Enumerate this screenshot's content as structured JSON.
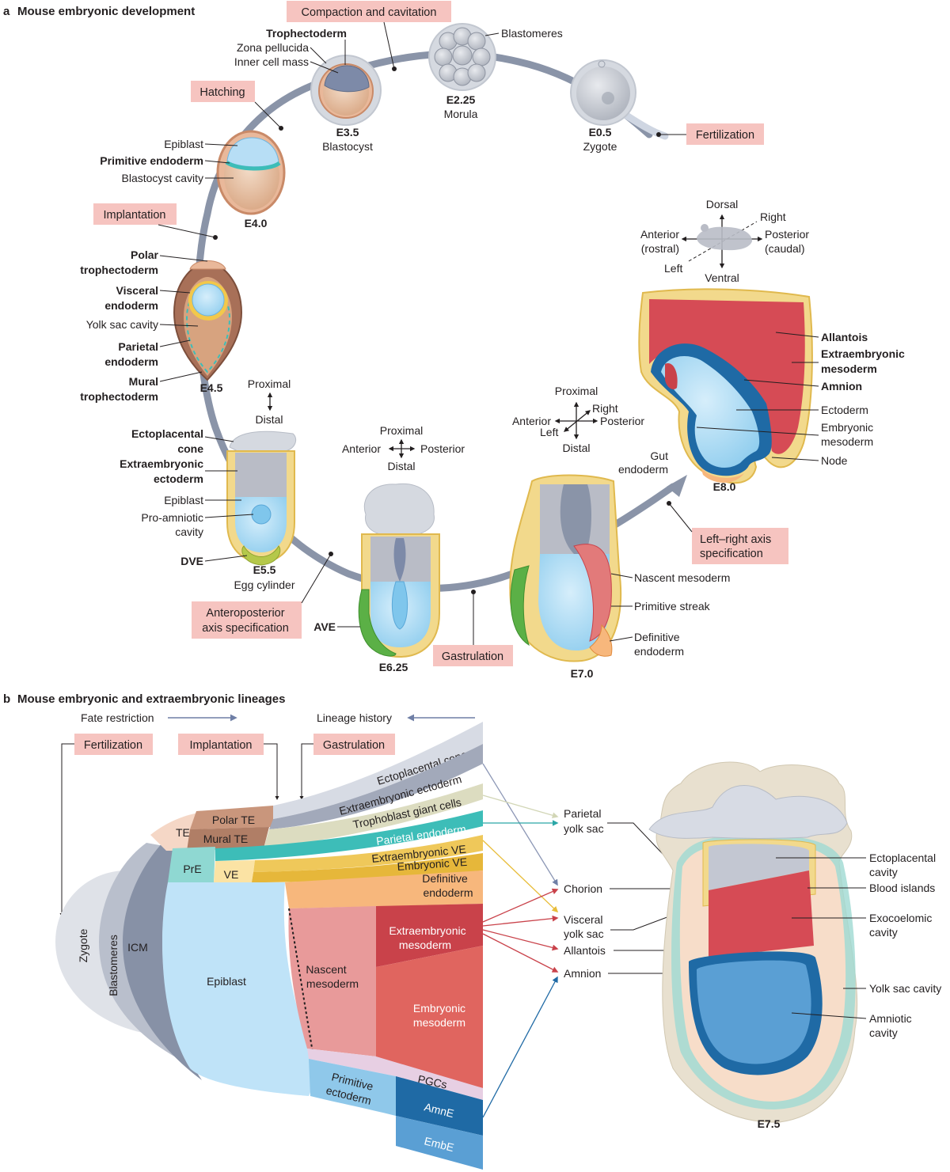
{
  "panel_a": {
    "letter": "a",
    "title": "Mouse embryonic development",
    "events": {
      "compaction": "Compaction and cavitation",
      "hatching": "Hatching",
      "implantation": "Implantation",
      "fertilization": "Fertilization",
      "ap_axis": [
        "Anteroposterior",
        "axis specification"
      ],
      "gastrulation": "Gastrulation",
      "lr_axis": [
        "Left–right axis",
        "specification"
      ]
    },
    "stages": {
      "e0_5": {
        "label": "E0.5",
        "name": "Zygote"
      },
      "e2_25": {
        "label": "E2.25",
        "name": "Morula"
      },
      "e3_5": {
        "label": "E3.5",
        "name": "Blastocyst"
      },
      "e4_0": {
        "label": "E4.0"
      },
      "e4_5": {
        "label": "E4.5"
      },
      "e5_5": {
        "label": "E5.5",
        "name": "Egg cylinder"
      },
      "e6_25": {
        "label": "E6.25"
      },
      "e7_0": {
        "label": "E7.0"
      },
      "e8_0": {
        "label": "E8.0"
      }
    },
    "labels": {
      "blastomeres": "Blastomeres",
      "trophectoderm": "Trophectoderm",
      "zona_pellucida": "Zona pellucida",
      "inner_cell_mass": "Inner cell mass",
      "epiblast_40": "Epiblast",
      "primitive_endoderm": "Primitive endoderm",
      "blastocyst_cavity": "Blastocyst cavity",
      "polar_te": [
        "Polar",
        "trophectoderm"
      ],
      "visceral_endoderm": [
        "Visceral",
        "endoderm"
      ],
      "yolk_sac_cavity": "Yolk sac cavity",
      "parietal_endoderm": [
        "Parietal",
        "endoderm"
      ],
      "mural_te": [
        "Mural",
        "trophectoderm"
      ],
      "ectoplacental_cone": [
        "Ectoplacental",
        "cone"
      ],
      "exe_ectoderm": [
        "Extraembryonic",
        "ectoderm"
      ],
      "epiblast_55": "Epiblast",
      "pro_amniotic": [
        "Pro-amniotic",
        "cavity"
      ],
      "dve": "DVE",
      "ave": "AVE",
      "nascent_mesoderm": "Nascent mesoderm",
      "primitive_streak": "Primitive streak",
      "definitive_endoderm": [
        "Definitive",
        "endoderm"
      ],
      "allantois": "Allantois",
      "exe_mesoderm": [
        "Extraembryonic",
        "mesoderm"
      ],
      "amnion": "Amnion",
      "ectoderm": "Ectoderm",
      "embryonic_mesoderm": [
        "Embryonic",
        "mesoderm"
      ],
      "node": "Node",
      "gut_endoderm": [
        "Gut",
        "endoderm"
      ]
    },
    "axes": {
      "pd": {
        "proximal": "Proximal",
        "distal": "Distal"
      },
      "apd": {
        "proximal": "Proximal",
        "anterior": "Anterior",
        "posterior": "Posterior",
        "distal": "Distal"
      },
      "e70": {
        "proximal": "Proximal",
        "anterior": "Anterior",
        "right": "Right",
        "posterior": "Posterior",
        "left": "Left",
        "distal": "Distal"
      },
      "mouse": {
        "dorsal": "Dorsal",
        "right": "Right",
        "anterior": [
          "Anterior",
          "(rostral)"
        ],
        "posterior": [
          "Posterior",
          "(caudal)"
        ],
        "left": "Left",
        "ventral": "Ventral"
      }
    }
  },
  "panel_b": {
    "letter": "b",
    "title": "Mouse embryonic and extraembryonic lineages",
    "fate_restriction": "Fate restriction",
    "lineage_history": "Lineage history",
    "events": {
      "fertilization": "Fertilization",
      "implantation": "Implantation",
      "gastrulation": "Gastrulation"
    },
    "lineages": {
      "zygote": "Zygote",
      "blastomeres": "Blastomeres",
      "icm": "ICM",
      "te": "TE",
      "polar_te": "Polar TE",
      "mural_te": "Mural TE",
      "pre": "PrE",
      "ve": "VE",
      "epiblast": "Epiblast",
      "nascent_mesoderm": [
        "Nascent",
        "mesoderm"
      ],
      "exe_mesoderm": [
        "Extraembryonic",
        "mesoderm"
      ],
      "emb_mesoderm": [
        "Embryonic",
        "mesoderm"
      ],
      "definitive_endoderm": [
        "Definitive",
        "endoderm"
      ],
      "primitive_ectoderm": [
        "Primitive",
        "ectoderm"
      ],
      "pgcs": "PGCs",
      "amne": "AmnE",
      "embe": "EmbE",
      "ectoplacental_cone": "Ectoplacental cone",
      "exe_ectoderm": "Extraembryonic ectoderm",
      "tgc": "Trophoblast giant cells",
      "parietal_endoderm": "Parietal endoderm",
      "exe_ve": "Extraembryonic VE",
      "emb_ve": "Embryonic VE"
    },
    "tissues": {
      "parietal_yolk_sac": [
        "Parietal",
        "yolk sac"
      ],
      "chorion": "Chorion",
      "visceral_yolk_sac": [
        "Visceral",
        "yolk sac"
      ],
      "allantois": "Allantois",
      "amnion": "Amnion"
    },
    "e75": {
      "stage": "E7.5",
      "ectoplacental_cavity": [
        "Ectoplacental",
        "cavity"
      ],
      "blood_islands": "Blood islands",
      "exocoelomic_cavity": [
        "Exocoelomic",
        "cavity"
      ],
      "yolk_sac_cavity": "Yolk sac cavity",
      "amniotic_cavity": [
        "Amniotic",
        "cavity"
      ]
    }
  },
  "colors": {
    "event_box": "#f6c4c0",
    "arc": "#8a94a8",
    "epiblast": "#b7def5",
    "primitive_endoderm": "#3dbdb8",
    "trophectoderm": "#e9b89a",
    "visceral_endoderm": "#f2c84b",
    "ave": "#5bb046",
    "mesoderm_exe": "#c9424a",
    "mesoderm_emb": "#e0655f",
    "definitive_endoderm": "#f7b77c",
    "amnion_dark": "#1f6aa5",
    "exe_ectoderm": "#b9bcc6"
  }
}
